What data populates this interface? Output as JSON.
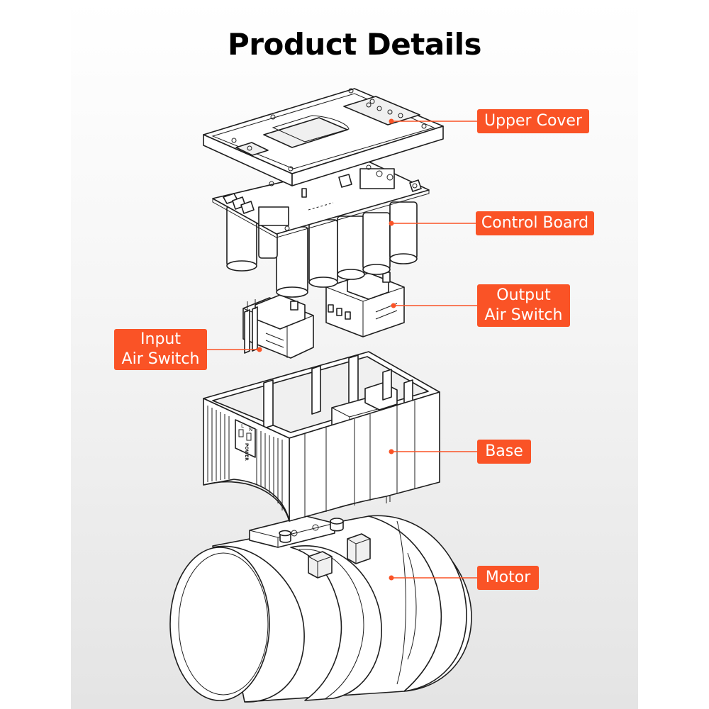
{
  "title": "Product Details",
  "callouts": {
    "upper_cover": "Upper Cover",
    "control_board": "Control Board",
    "output_air_switch": [
      "Output",
      "Air Switch"
    ],
    "input_air_switch": [
      "Input",
      "Air Switch"
    ],
    "base": "Base",
    "motor": "Motor"
  },
  "base_markings": [
    "L",
    "N",
    "POWER"
  ],
  "colors": {
    "accent": "#fa5326",
    "callout_text": "#ffffff",
    "title": "#000000",
    "line_art": "#1e1e1e"
  }
}
